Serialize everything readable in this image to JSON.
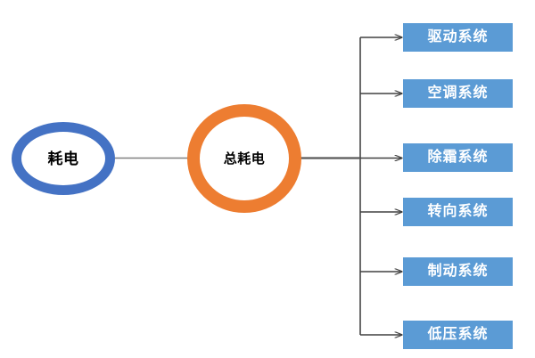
{
  "diagram": {
    "type": "tree-breakdown",
    "background_color": "#FFFFFF",
    "nodes": {
      "source": {
        "label": "耗电",
        "shape": "ellipse-ring",
        "ring_color": "#4472C4",
        "fill_color": "#FFFFFF",
        "text_color": "#000000"
      },
      "total": {
        "label": "总耗电",
        "shape": "circle-ring",
        "ring_color": "#ED7D31",
        "fill_color": "#FFFFFF",
        "text_color": "#000000"
      }
    },
    "leaves": [
      {
        "label": "驱动系统",
        "fill_color": "#5B9BD5",
        "text_color": "#FFFFFF"
      },
      {
        "label": "空调系统",
        "fill_color": "#5B9BD5",
        "text_color": "#FFFFFF"
      },
      {
        "label": "除霜系统",
        "fill_color": "#5B9BD5",
        "text_color": "#FFFFFF"
      },
      {
        "label": "转向系统",
        "fill_color": "#5B9BD5",
        "text_color": "#FFFFFF"
      },
      {
        "label": "制动系统",
        "fill_color": "#5B9BD5",
        "text_color": "#FFFFFF"
      },
      {
        "label": "低压系统",
        "fill_color": "#5B9BD5",
        "text_color": "#FFFFFF"
      }
    ],
    "connectors": {
      "link_color": "#808080",
      "trunk_color": "#595959",
      "arrow_color": "#404040"
    }
  }
}
